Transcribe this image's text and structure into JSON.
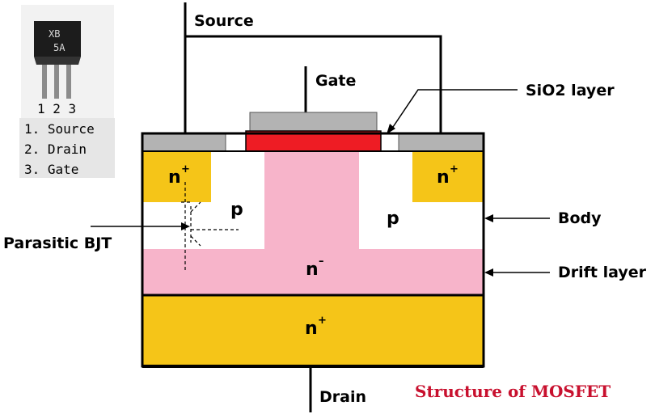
{
  "labels": {
    "source": "Source",
    "gate": "Gate",
    "drain": "Drain",
    "sio2": "SiO2 layer",
    "body": "Body",
    "drift": "Drift layer",
    "parasitic": "Parasitic BJT",
    "title": "Structure of MOSFET"
  },
  "regions": {
    "n_letter": "n",
    "p_letter": "p",
    "plus": "+",
    "minus": "–"
  },
  "package": {
    "marking_line1": "XB",
    "marking_line2": "5A",
    "pin_numbers": "1 2 3",
    "pins": [
      "1. Source",
      "2. Drain",
      "3. Gate"
    ]
  },
  "colors": {
    "n_plus": "#f5c518",
    "p_body": "#ffffff",
    "n_minus": "#f7b4ca",
    "oxide": "#ee1c24",
    "metal": "#b3b3b3",
    "title": "#c8102e"
  }
}
